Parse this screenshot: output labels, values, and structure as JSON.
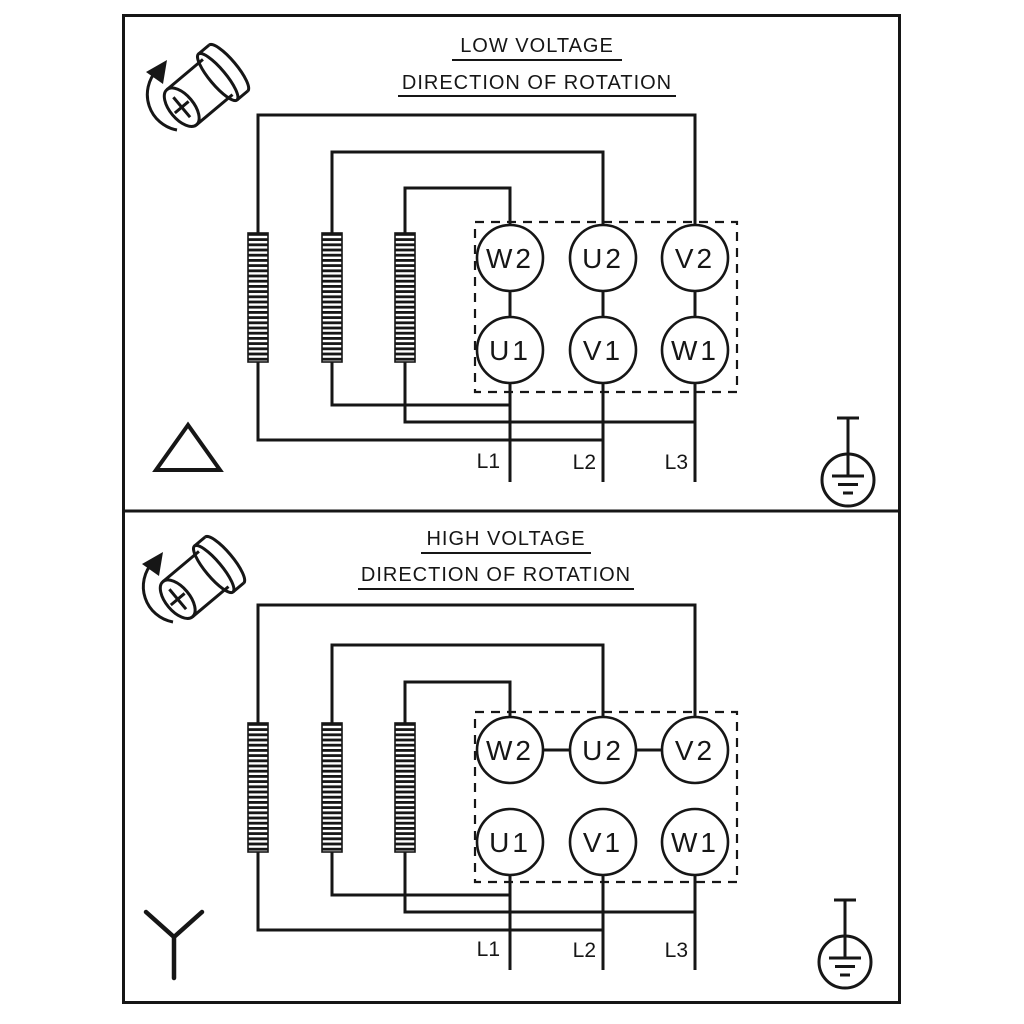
{
  "diagram": {
    "background": "#ffffff",
    "line_color": "#161616"
  },
  "panels": [
    {
      "id": "low-voltage",
      "title": "LOW VOLTAGE",
      "subtitle": "DIRECTION OF ROTATION",
      "connection_symbol": "delta",
      "terminals_top": [
        "W2",
        "U2",
        "V2"
      ],
      "terminals_bottom": [
        "U1",
        "V1",
        "W1"
      ],
      "leads": [
        "L1",
        "L2",
        "L3"
      ]
    },
    {
      "id": "high-voltage",
      "title": "HIGH VOLTAGE",
      "subtitle": "DIRECTION OF ROTATION",
      "connection_symbol": "star",
      "terminals_top": [
        "W2",
        "U2",
        "V2"
      ],
      "terminals_bottom": [
        "U1",
        "V1",
        "W1"
      ],
      "leads": [
        "L1",
        "L2",
        "L3"
      ]
    }
  ],
  "icons": {
    "rotation_shaft": "motor-shaft-with-rotation-arrow",
    "ground": "earth-ground-in-circle",
    "delta": "delta-triangle",
    "star": "wye-star"
  }
}
